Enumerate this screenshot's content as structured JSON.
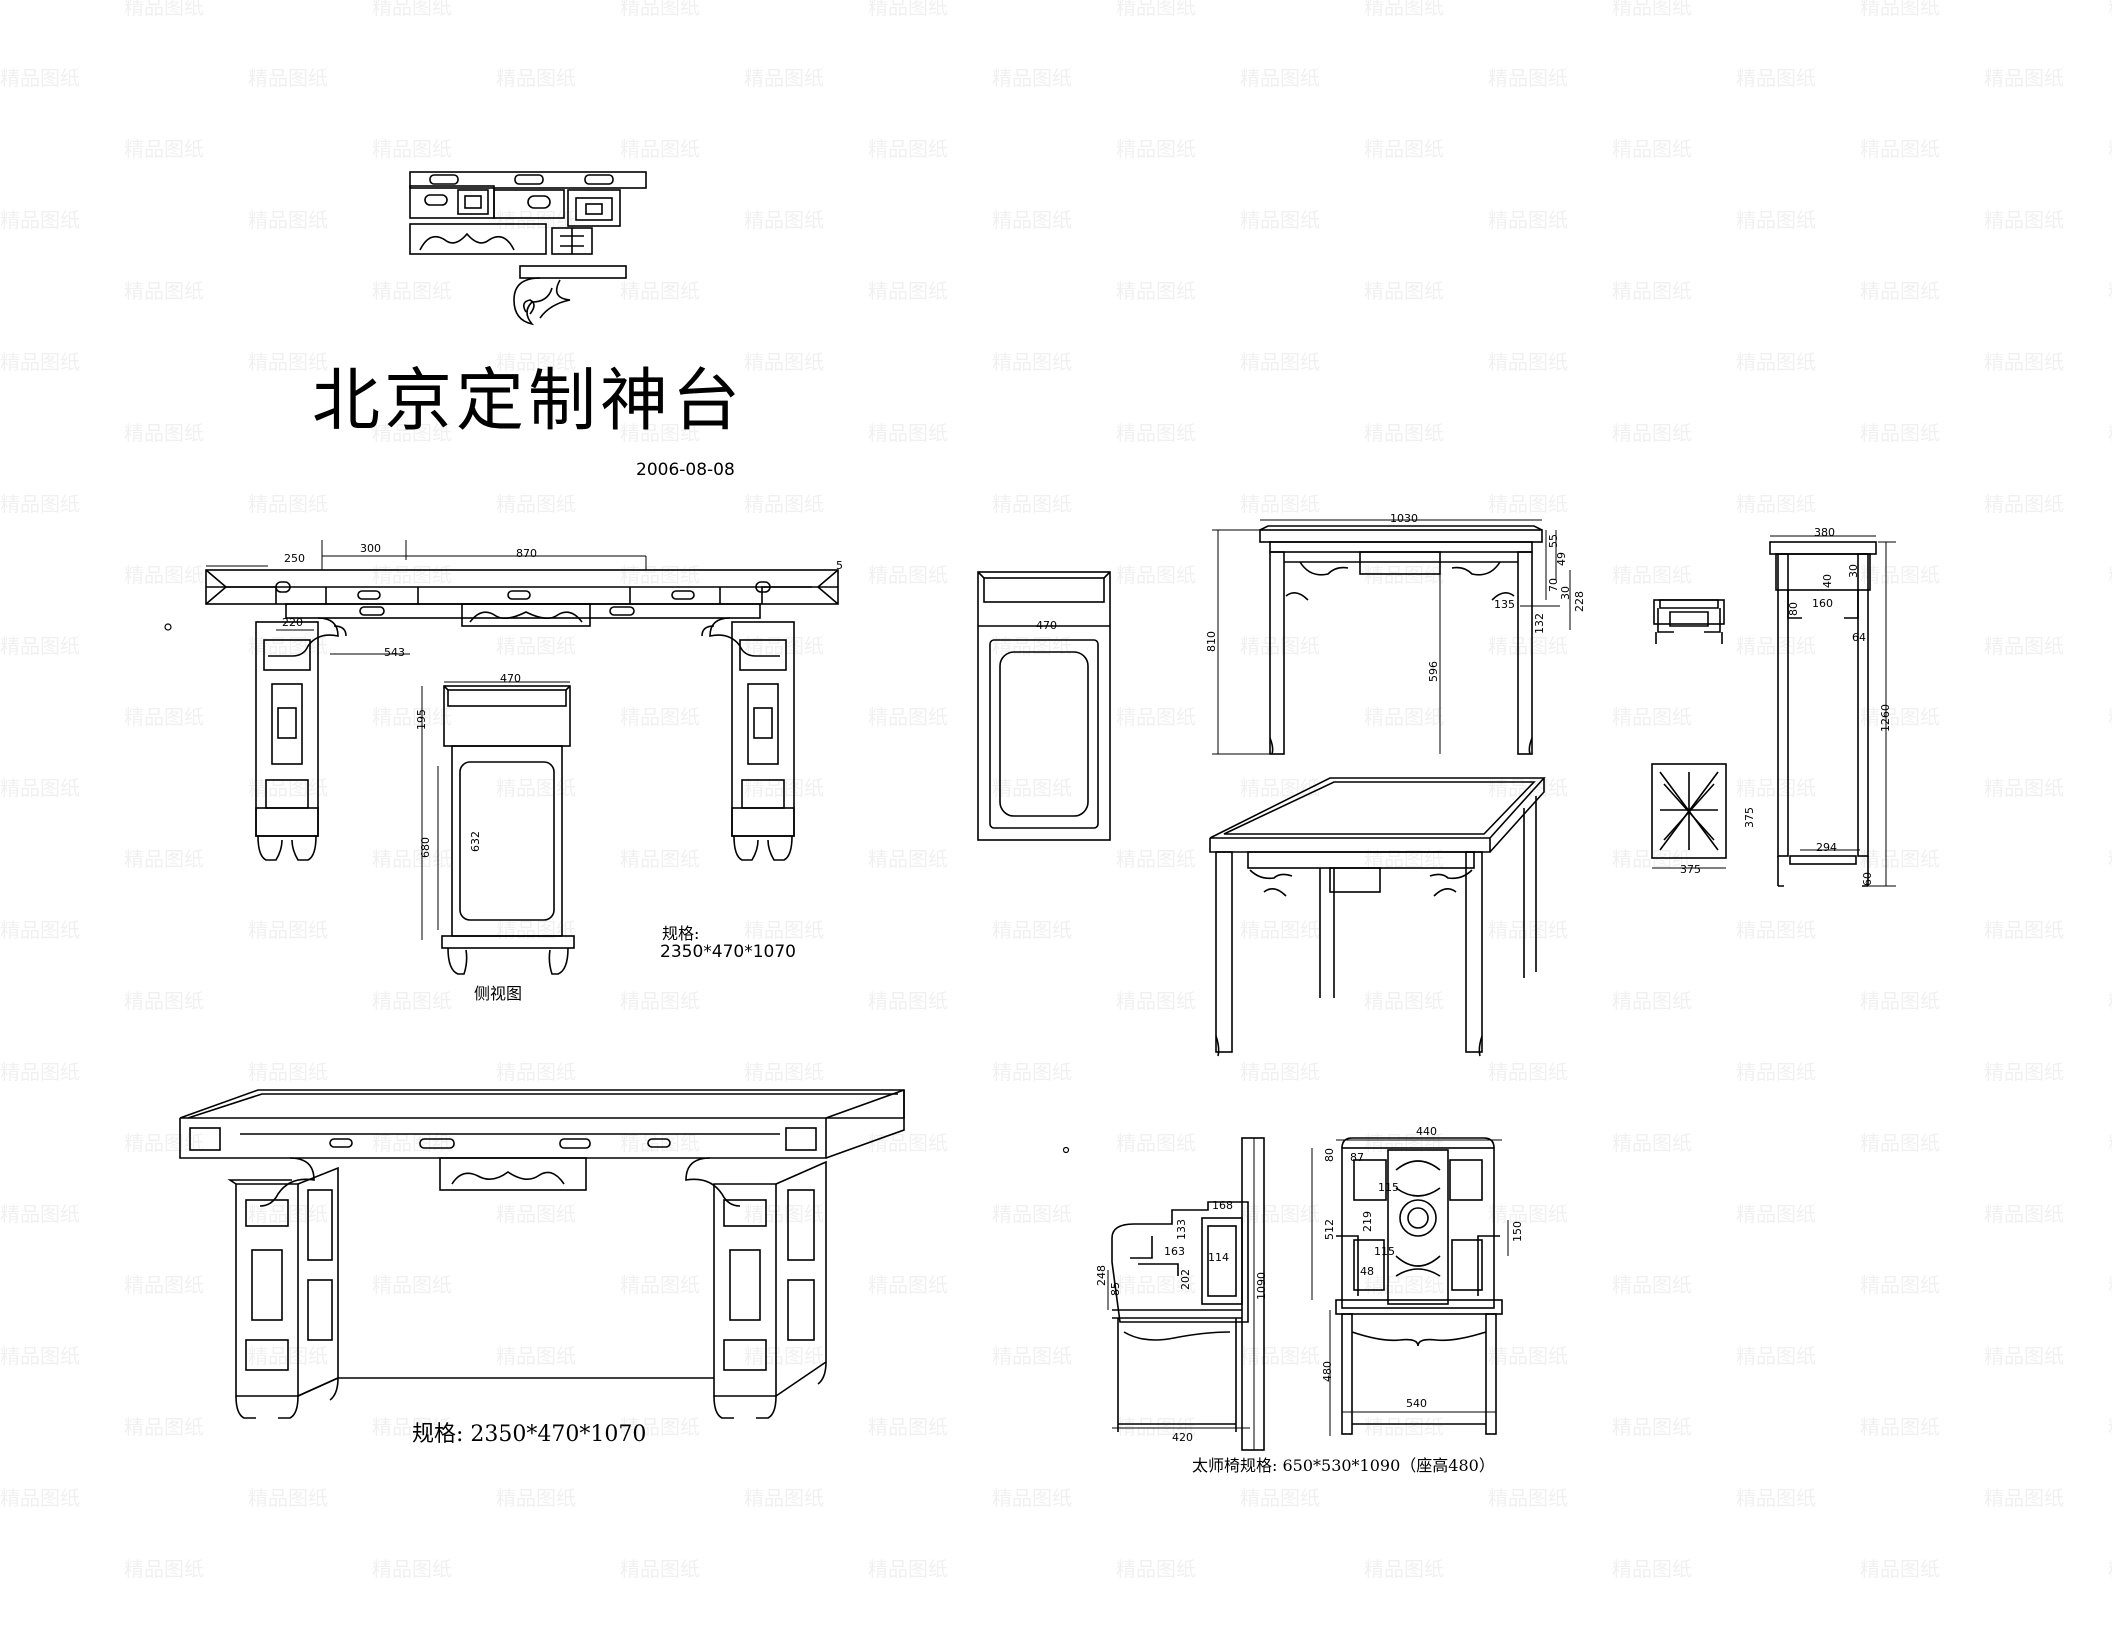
{
  "title": "北京定制神台",
  "date": "2006-08-08",
  "altar": {
    "spec_label": "规格:",
    "spec_value": "2350*470*1070",
    "side_view_label": "侧视图",
    "perspective_spec": "规格:  2350*470*1070",
    "dims": {
      "d250": "250",
      "d300": "300",
      "d870": "870",
      "d5": "5",
      "d220": "220",
      "d543": "543",
      "d470a": "470",
      "d195": "195",
      "d680": "680",
      "d632": "632",
      "d470b": "470"
    }
  },
  "table": {
    "dims": {
      "d1030": "1030",
      "d810": "810",
      "d596": "596",
      "d135": "135",
      "d228": "228",
      "d132": "132",
      "d70": "70",
      "d49": "49",
      "d30": "30",
      "d55": "55"
    }
  },
  "stand": {
    "dims": {
      "d380": "380",
      "d80": "80",
      "d160": "160",
      "d40": "40",
      "d30": "30",
      "d64": "64",
      "d1260": "1260",
      "d375a": "375",
      "d375b": "375",
      "d294": "294",
      "d60": "60"
    }
  },
  "chair": {
    "spec": "太师椅规格:  650*530*1090（座高480）",
    "dims": {
      "d168": "168",
      "d133": "133",
      "d163": "163",
      "d114": "114",
      "d202": "202",
      "d248": "248",
      "d85": "85",
      "d1090": "1090",
      "d420": "420",
      "d440": "440",
      "d80": "80",
      "d87": "87",
      "d115": "115",
      "d512": "512",
      "d219": "219",
      "d115b": "115",
      "d150": "150",
      "d48": "48",
      "d480": "480",
      "d540": "540"
    }
  },
  "watermark": "精品图纸"
}
